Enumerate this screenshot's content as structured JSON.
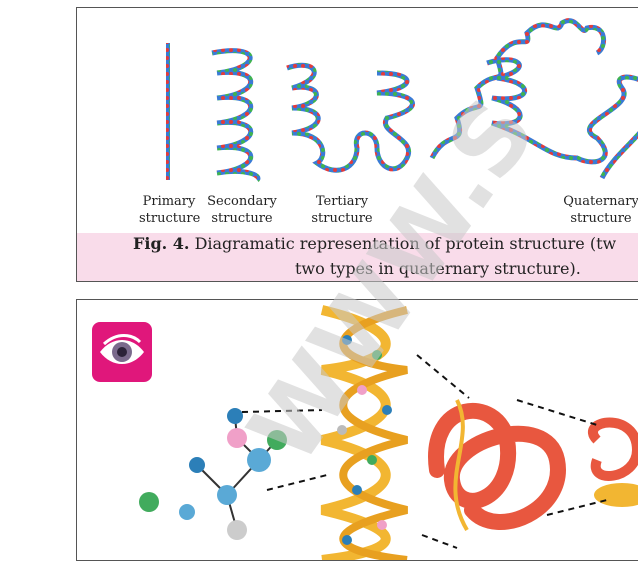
{
  "figure": {
    "labels": {
      "primary": [
        "Primary",
        "structure"
      ],
      "secondary": [
        "Secondary",
        "structure"
      ],
      "tertiary": [
        "Tertiary",
        "structure"
      ],
      "quaternary": [
        "Quaternary",
        "structure"
      ]
    },
    "caption": {
      "number": "Fig. 4.",
      "line1": "Diagramatic representation of protein structure (tw",
      "line2": "two types in quaternary structure)."
    }
  },
  "colors": {
    "caption_band": "#f9dcea",
    "badge": "#e0177b",
    "ribbon": "#e8573f",
    "helix": "#f2b632"
  },
  "badge_icon": "eye-icon",
  "watermark": "WWW.S"
}
